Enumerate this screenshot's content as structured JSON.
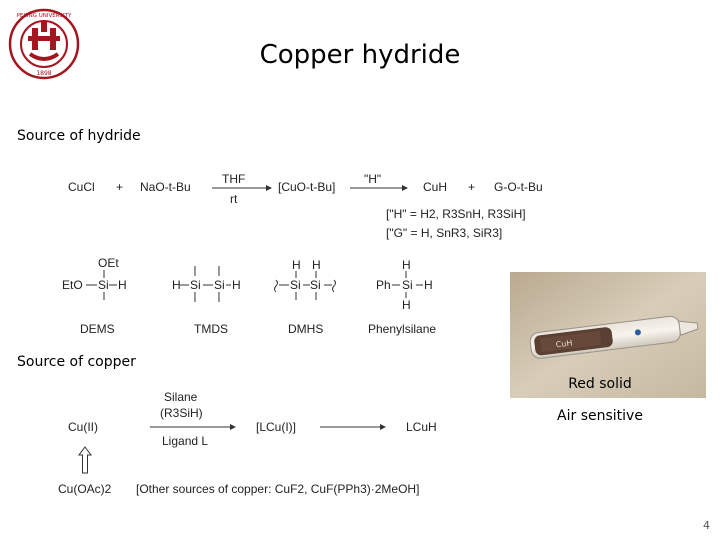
{
  "slide": {
    "title": "Copper hydride",
    "page_number": "4"
  },
  "logo": {
    "ring_text_top": "PEKING UNIVERSITY",
    "ring_text_bottom": "1898",
    "color": "#a4161f"
  },
  "section_hydride": {
    "heading": "Source of hydride",
    "reaction": {
      "reactant1": "CuCl",
      "plus1": "+",
      "reactant2": "NaO-t-Bu",
      "arrow1_top": "THF",
      "arrow1_bottom": "rt",
      "intermediate": "[CuO-t-Bu]",
      "arrow2_top": "\"H\"",
      "product1": "CuH",
      "plus2": "+",
      "product2": "G-O-t-Bu",
      "note1": "[\"H\" = H2, R3SnH, R3SiH]",
      "note2": "[\"G\" = H, SnR3, SiR3]"
    },
    "silanes": [
      {
        "name": "DEMS"
      },
      {
        "name": "TMDS"
      },
      {
        "name": "DMHS"
      },
      {
        "name": "Phenylsilane"
      }
    ],
    "dems_struct": {
      "top": "OEt",
      "left": "EtO",
      "center": "Si",
      "right": "H"
    },
    "tmds_struct": {
      "left": "H",
      "si1": "Si",
      "si2": "Si",
      "right": "H"
    },
    "dmhs_struct": {
      "h1": "H",
      "h2": "H",
      "si1": "Si",
      "si2": "Si"
    },
    "phsi_struct": {
      "top": "H",
      "left": "Ph",
      "center": "Si",
      "right": "H",
      "bottom": "H"
    }
  },
  "section_copper": {
    "heading": "Source of copper",
    "reaction": {
      "start": "Cu(II)",
      "arrow_top1": "Silane",
      "arrow_top2": "(R3SiH)",
      "arrow_bottom": "Ligand L",
      "intermediate": "[LCu(I)]",
      "product": "LCuH",
      "precursor": "Cu(OAc)2",
      "other_sources": "[Other sources of copper: CuF2, CuF(PPh3)·2MeOH]"
    }
  },
  "photo": {
    "vial_label": "CuH",
    "caption1": "Red solid",
    "caption2": "Air sensitive"
  }
}
